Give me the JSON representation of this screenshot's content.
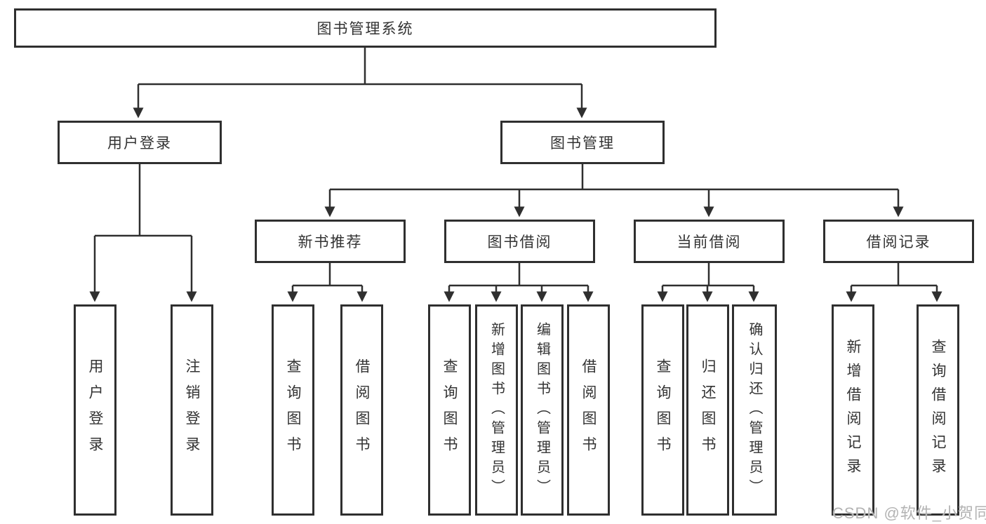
{
  "colors": {
    "line": "#2f2f2f",
    "box_border": "#2f2f2f",
    "text": "#333333",
    "watermark_text": "#b3b3b3",
    "background": "#ffffff"
  },
  "watermark": "CSDN @软件_小贺同学",
  "tree": {
    "label": "图书管理系统",
    "children": [
      {
        "label": "用户登录",
        "children": [
          {
            "label": "用户登录"
          },
          {
            "label": "注销登录"
          }
        ]
      },
      {
        "label": "图书管理",
        "children": [
          {
            "label": "新书推荐",
            "children": [
              {
                "label": "查询图书"
              },
              {
                "label": "借阅图书"
              }
            ]
          },
          {
            "label": "图书借阅",
            "children": [
              {
                "label": "查询图书"
              },
              {
                "label": "新增图书（管理员）"
              },
              {
                "label": "编辑图书（管理员）"
              },
              {
                "label": "借阅图书"
              }
            ]
          },
          {
            "label": "当前借阅",
            "children": [
              {
                "label": "查询图书"
              },
              {
                "label": "归还图书"
              },
              {
                "label": "确认归还（管理员）"
              }
            ]
          },
          {
            "label": "借阅记录",
            "children": [
              {
                "label": "新增借阅记录"
              },
              {
                "label": "查询借阅记录"
              }
            ]
          }
        ]
      }
    ]
  }
}
